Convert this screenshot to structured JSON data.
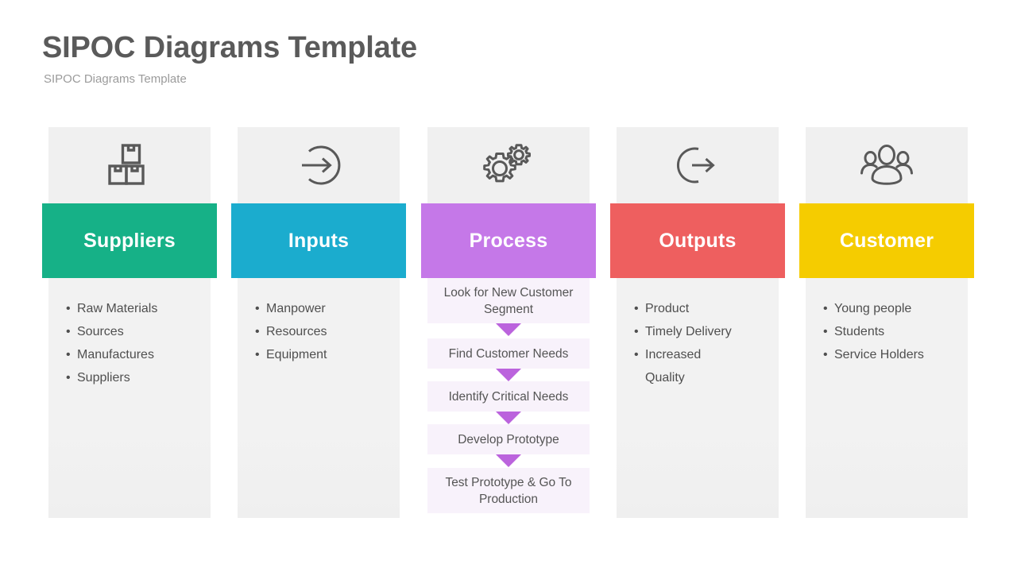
{
  "header": {
    "title": "SIPOC Diagrams Template",
    "subtitle": "SIPOC Diagrams Template"
  },
  "colors": {
    "suppliers": "#16b187",
    "inputs": "#1bacce",
    "process": "#c578e8",
    "outputs": "#ee5f5f",
    "customer": "#f5cc00",
    "panel_gray": "#f0f0f0",
    "process_step_bg": "#f8f2fb",
    "arrow_purple": "#bb63dd",
    "title_gray": "#5a5a5a",
    "subtitle_gray": "#9b9b9b",
    "body_text": "#4f4f4f",
    "icon_stroke": "#595959"
  },
  "columns": [
    {
      "key": "suppliers",
      "label": "Suppliers",
      "icon": "boxes-icon",
      "color": "#16b187",
      "items": [
        "Raw Materials",
        "Sources",
        "Manufactures",
        "Suppliers"
      ]
    },
    {
      "key": "inputs",
      "label": "Inputs",
      "icon": "arrow-into-circle-icon",
      "color": "#1bacce",
      "items": [
        "Manpower",
        "Resources",
        "Equipment"
      ]
    },
    {
      "key": "process",
      "label": "Process",
      "icon": "gears-icon",
      "color": "#c578e8",
      "items": []
    },
    {
      "key": "outputs",
      "label": "Outputs",
      "icon": "arrow-out-of-circle-icon",
      "color": "#ee5f5f",
      "items": [
        "Product",
        "Timely Delivery",
        "Increased Quality"
      ]
    },
    {
      "key": "customer",
      "label": "Customer",
      "icon": "people-group-icon",
      "color": "#f5cc00",
      "items": [
        "Young people",
        "Students",
        "Service Holders"
      ]
    }
  ],
  "process_flow": {
    "steps": [
      "Look for New Customer Segment",
      "Find Customer Needs",
      "Identify Critical Needs",
      "Develop Prototype",
      "Test Prototype & Go To Production"
    ]
  }
}
